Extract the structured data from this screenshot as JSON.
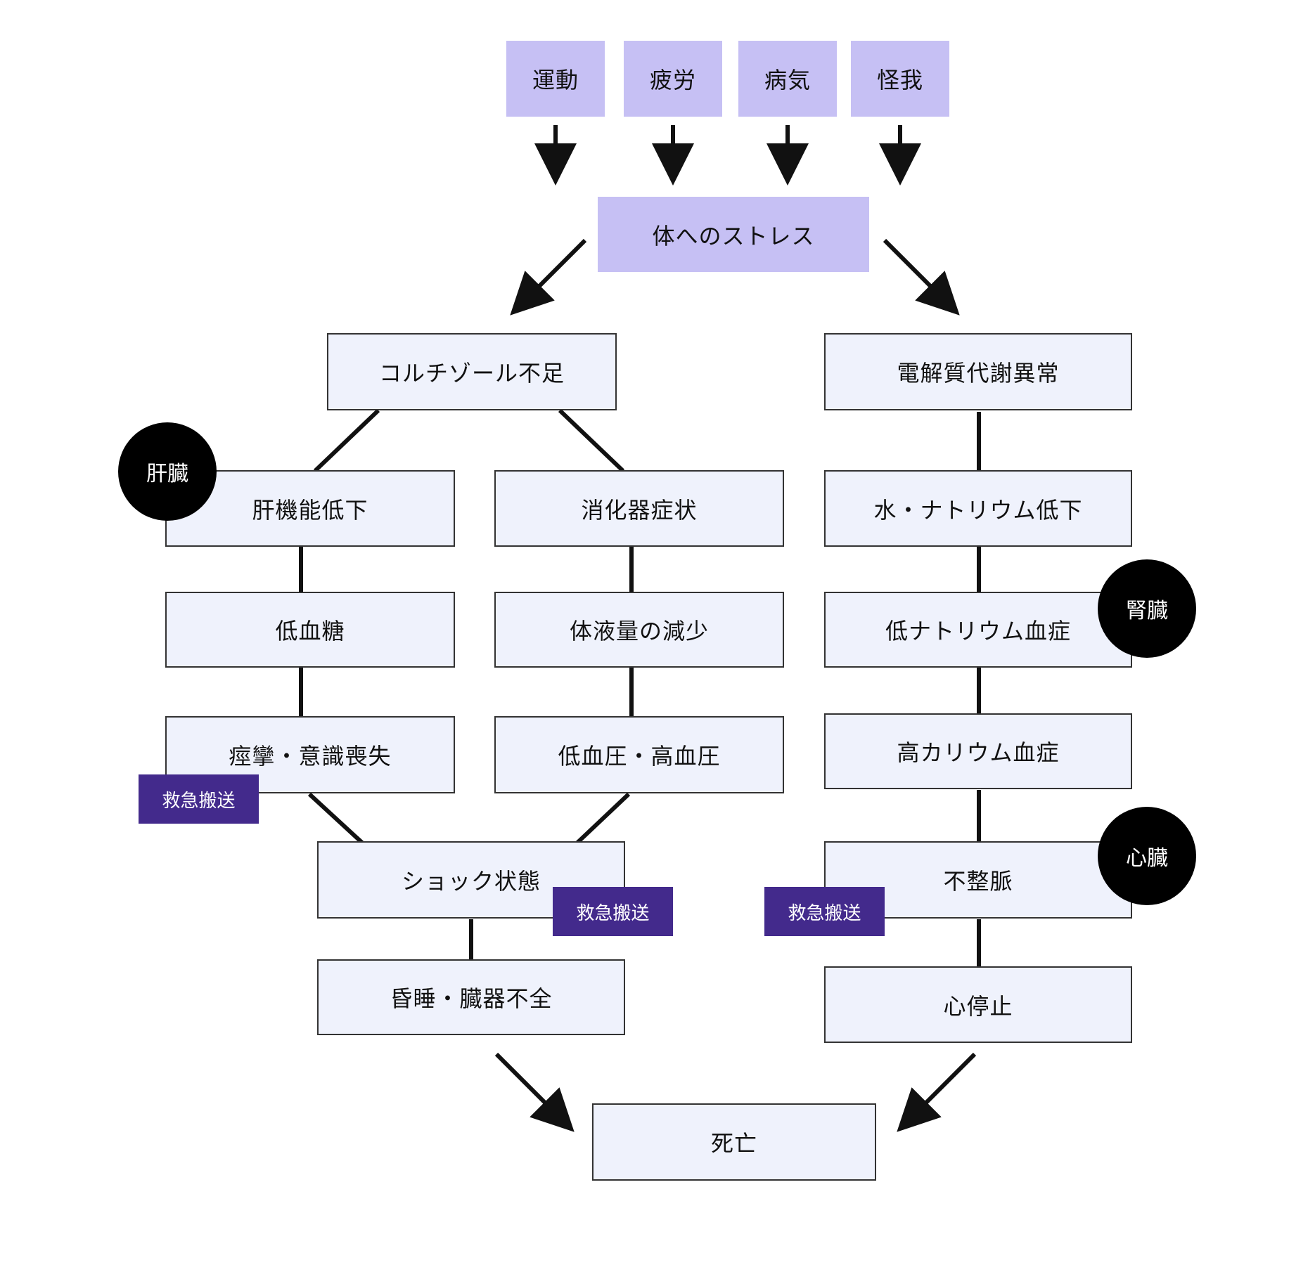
{
  "causes": [
    "運動",
    "疲労",
    "病気",
    "怪我"
  ],
  "stress": "体へのストレス",
  "left_branch": {
    "top": "コルチゾール不足",
    "liver_column": [
      "肝機能低下",
      "低血糖",
      "痙攣・意識喪失"
    ],
    "digestive_column": [
      "消化器症状",
      "体液量の減少",
      "低血圧・高血圧"
    ],
    "shock": "ショック状態",
    "end": "昏睡・臓器不全"
  },
  "right_branch": {
    "steps": [
      "電解質代謝異常",
      "水・ナトリウム低下",
      "低ナトリウム血症",
      "高カリウム血症",
      "不整脈",
      "心停止"
    ]
  },
  "death": "死亡",
  "organs": {
    "liver": "肝臓",
    "kidney": "腎臓",
    "heart": "心臓"
  },
  "emergency_label": "救急搬送",
  "colors": {
    "cause_fill": "#c6c0f4",
    "node_fill": "#eff2fc",
    "badge_fill": "#432a8c",
    "organ_fill": "#000000"
  }
}
